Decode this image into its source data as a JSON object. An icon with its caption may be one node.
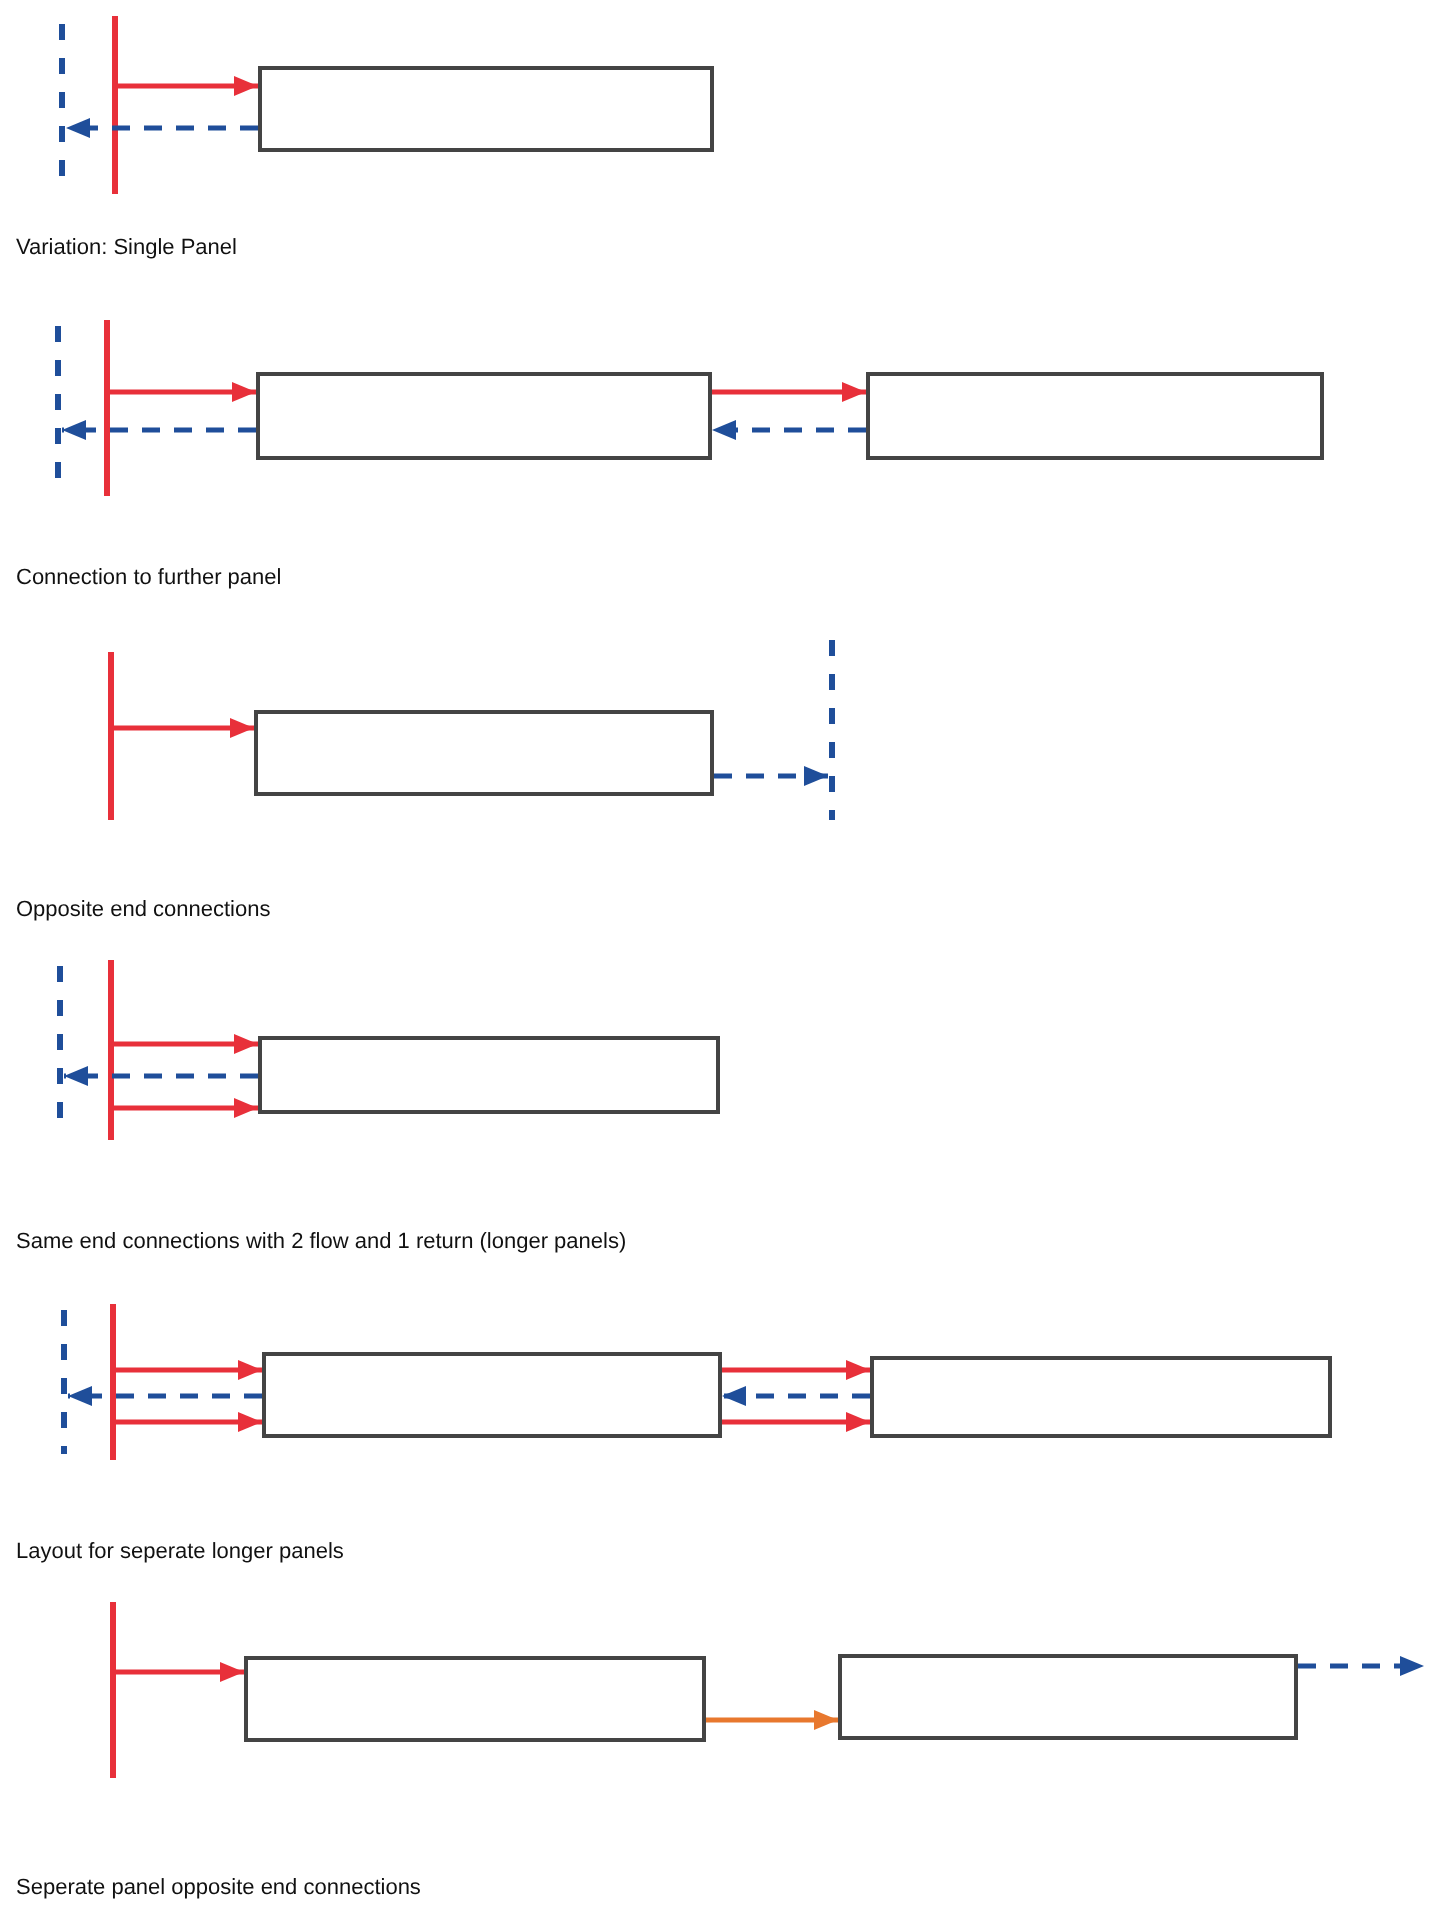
{
  "diagram": {
    "nodes": [
      {
        "text": [],
        "shape": "line"
      },
      {
        "text": [],
        "shape": "bar"
      },
      {
        "text": [],
        "shape": "box"
      },
      {
        "text": [],
        "shape": "line"
      },
      {
        "text": [],
        "shape": "bar"
      },
      {
        "text": [],
        "shape": "box"
      },
      {
        "text": [],
        "shape": "box"
      },
      {
        "text": [],
        "shape": "bar"
      },
      {
        "text": [],
        "shape": "box"
      },
      {
        "text": [],
        "shape": "line"
      },
      {
        "text": [],
        "shape": "line"
      },
      {
        "text": [],
        "shape": "bar"
      },
      {
        "text": [],
        "shape": "box"
      },
      {
        "text": [],
        "shape": "line"
      },
      {
        "text": [],
        "shape": "bar"
      },
      {
        "text": [],
        "shape": "box"
      },
      {
        "text": [],
        "shape": "box"
      },
      {
        "text": [],
        "shape": "bar"
      },
      {
        "text": [],
        "shape": "box"
      },
      {
        "text": [],
        "shape": "box"
      }
    ],
    "edges": [
      {
        "from": 1,
        "to": 2,
        "arrow": "to"
      },
      {
        "from": 2,
        "to": 0,
        "arrow": "to",
        "style": "dashed",
        "color": "#1f4e9a"
      },
      {
        "from": 4,
        "to": 5,
        "arrow": "to"
      },
      {
        "from": 5,
        "to": 6,
        "arrow": "to"
      },
      {
        "from": 5,
        "to": 3,
        "arrow": "to",
        "style": "dashed",
        "color": "#1f4e9a"
      },
      {
        "from": 6,
        "to": 5,
        "arrow": "to",
        "style": "dashed",
        "color": "#1f4e9a"
      },
      {
        "from": 7,
        "to": 8,
        "arrow": "to"
      },
      {
        "from": 8,
        "to": 9,
        "arrow": "to",
        "style": "dashed",
        "color": "#1f4e9a"
      },
      {
        "from": 11,
        "to": 12,
        "arrow": "to"
      },
      {
        "from": 11,
        "to": 12,
        "arrow": "to"
      },
      {
        "from": 12,
        "to": 10,
        "arrow": "to",
        "style": "dashed",
        "color": "#1f4e9a"
      },
      {
        "from": 14,
        "to": 15,
        "arrow": "to"
      },
      {
        "from": 14,
        "to": 15,
        "arrow": "to"
      },
      {
        "from": 15,
        "to": 16,
        "arrow": "to"
      },
      {
        "from": 15,
        "to": 16,
        "arrow": "to"
      },
      {
        "from": 15,
        "to": 13,
        "arrow": "to",
        "style": "dashed",
        "color": "#1f4e9a"
      },
      {
        "from": 16,
        "to": 15,
        "arrow": "to",
        "style": "dashed",
        "color": "#1f4e9a"
      },
      {
        "from": 17,
        "to": 18,
        "arrow": "to"
      },
      {
        "from": 18,
        "to": 19,
        "arrow": "to",
        "color": "#e8782e"
      },
      {
        "from": 19,
        "to": null,
        "arrow": "to",
        "style": "dashed",
        "color": "#1f4e9a"
      }
    ],
    "labels": [
      "Variation: Single Panel",
      "Connection to further panel",
      "Opposite end connections",
      "Same end connections with 2 flow and 1 return (longer panels)",
      "Layout for seperate longer panels",
      "Seperate panel opposite end connections"
    ]
  }
}
